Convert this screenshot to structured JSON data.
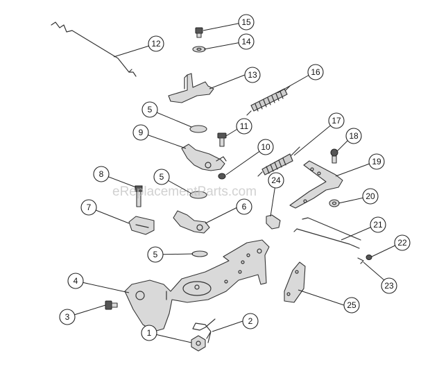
{
  "watermark": "eReplacementParts.com",
  "callouts": [
    {
      "num": "1"
    },
    {
      "num": "2"
    },
    {
      "num": "3"
    },
    {
      "num": "4"
    },
    {
      "num": "5"
    },
    {
      "num": "5"
    },
    {
      "num": "5"
    },
    {
      "num": "6"
    },
    {
      "num": "7"
    },
    {
      "num": "8"
    },
    {
      "num": "9"
    },
    {
      "num": "10"
    },
    {
      "num": "11"
    },
    {
      "num": "12"
    },
    {
      "num": "13"
    },
    {
      "num": "14"
    },
    {
      "num": "15"
    },
    {
      "num": "16"
    },
    {
      "num": "17"
    },
    {
      "num": "18"
    },
    {
      "num": "19"
    },
    {
      "num": "20"
    },
    {
      "num": "21"
    },
    {
      "num": "22"
    },
    {
      "num": "23"
    },
    {
      "num": "24"
    },
    {
      "num": "25"
    }
  ]
}
